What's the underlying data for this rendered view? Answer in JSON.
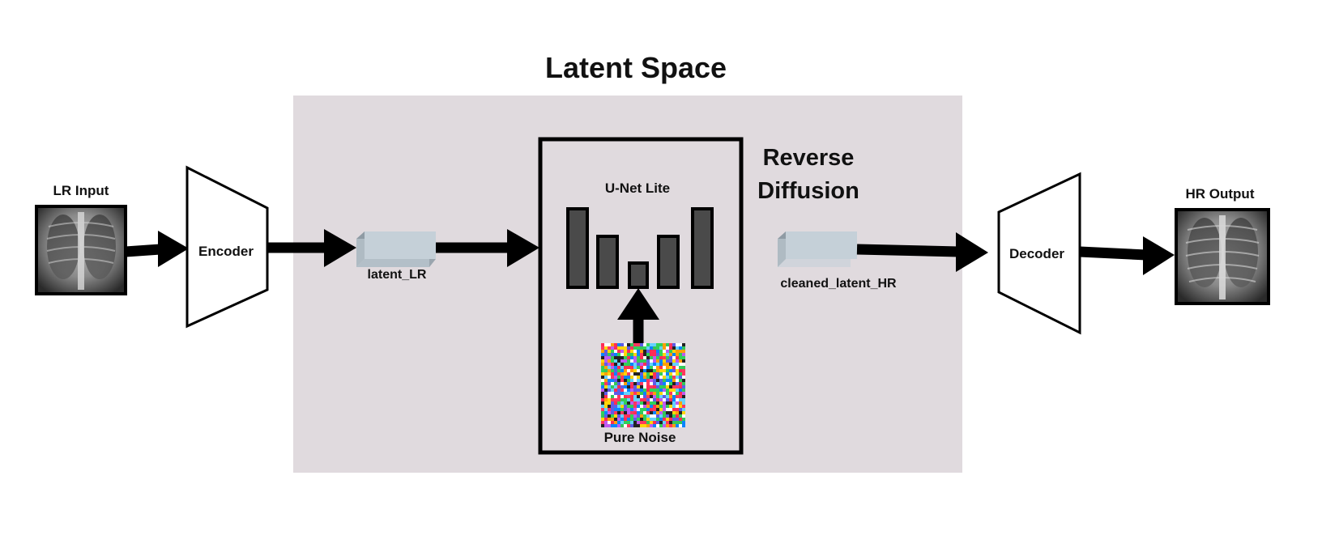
{
  "title": "Latent Space",
  "labels": {
    "lr_input": "LR Input",
    "encoder": "Encoder",
    "latent_lr": "latent_LR",
    "unet": "U-Net Lite",
    "reverse": "Reverse",
    "diffusion": "Diffusion",
    "pure_noise": "Pure Noise",
    "cleaned_latent": "cleaned_latent_HR",
    "decoder": "Decoder",
    "hr_output": "HR Output"
  },
  "colors": {
    "latent_bg": "#e0dade",
    "arrow": "#000000",
    "block_front": "#c5d0d8",
    "block_side": "#8f9ba4",
    "unet_bar": "#4a4a4a"
  },
  "icons": {
    "lr_image": "chest-xray-image",
    "hr_image": "chest-xray-image",
    "noise": "noise-image"
  }
}
